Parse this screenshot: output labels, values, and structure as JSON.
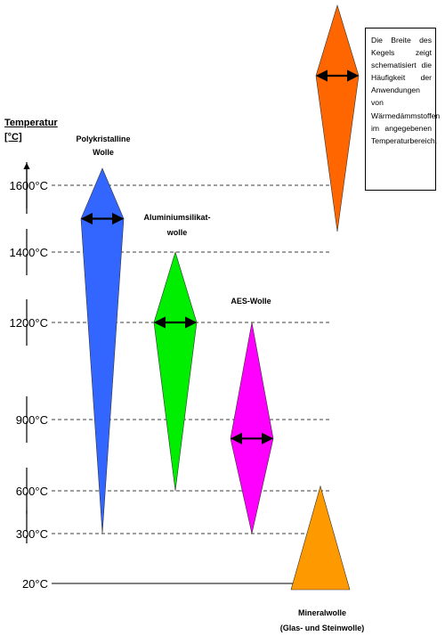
{
  "axis": {
    "title_line1": "Temperatur",
    "title_line2": "[°C]",
    "ticks": [
      {
        "label": "1600°C",
        "value": 1600
      },
      {
        "label": "1400°C",
        "value": 1400
      },
      {
        "label": "1200°C",
        "value": 1200
      },
      {
        "label": "900°C",
        "value": 900
      },
      {
        "label": "600°C",
        "value": 600
      },
      {
        "label": "300°C",
        "value": 300
      },
      {
        "label": "20°C",
        "value": 20
      }
    ]
  },
  "materials": [
    {
      "name_line1": "Polykristalline",
      "name_line2": "Wolle",
      "color": "#3366ff",
      "min_temp": 300,
      "max_temp": 1650,
      "peak_temp": 1500
    },
    {
      "name_line1": "Aluminiumsilikat-",
      "name_line2": "wolle",
      "color": "#00ee00",
      "min_temp": 600,
      "max_temp": 1400,
      "peak_temp": 1200
    },
    {
      "name_line1": "AES-Wolle",
      "name_line2": "",
      "color": "#ff00ff",
      "min_temp": 300,
      "max_temp": 1200,
      "peak_temp": 820
    },
    {
      "name_line1": "Mineralwolle",
      "name_line2": "(Glas- und Steinwolle)",
      "color": "#ff9900",
      "min_temp": 20,
      "max_temp": 620,
      "peak_temp": 20
    }
  ],
  "legend": {
    "color": "#ff6600",
    "text": "Die Breite des Kegels zeigt schematisiert die Häufigkeit der Anwendungen von Wärmedämmstoffen im angegebenen Temperaturbereich."
  }
}
